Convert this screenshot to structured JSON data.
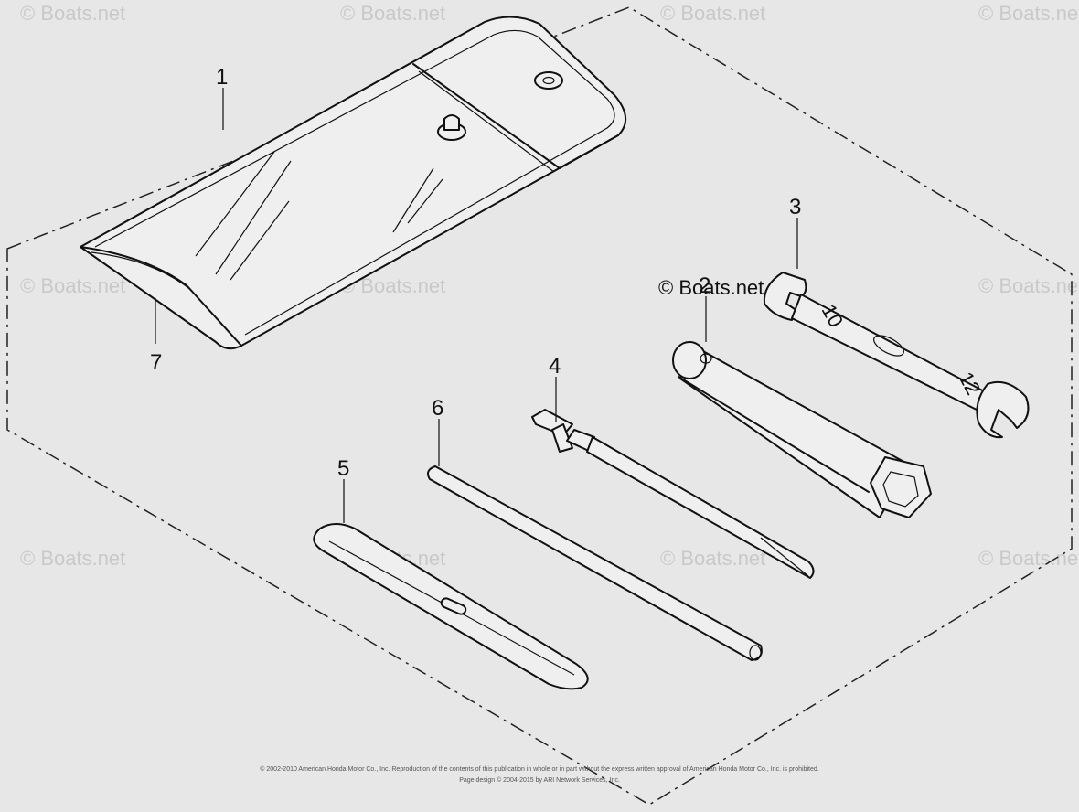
{
  "watermarks": [
    "© Boats.net",
    "© Boats.net",
    "© Boats.net",
    "© Boats.net",
    "© Boats.net",
    "© Boats.net",
    "© Boats.net",
    "© Boats.net",
    "© Boats.net",
    "© Boats.net",
    "© Boats.net"
  ],
  "brand_watermark": "© Boats.net",
  "callouts": {
    "one": "1",
    "two": "2",
    "three": "3",
    "four": "4",
    "five": "5",
    "six": "6",
    "seven": "7"
  },
  "wrench_marks": {
    "size_a": "10",
    "size_b": "12"
  },
  "footer": {
    "line1": "© 2002-2010 American Honda Motor Co., Inc. Reproduction of the contents of this publication in whole or in part without the express written approval of American Honda Motor Co., Inc. is prohibited.",
    "line2": "Page design © 2004-2015 by ARI Network Services, Inc."
  }
}
